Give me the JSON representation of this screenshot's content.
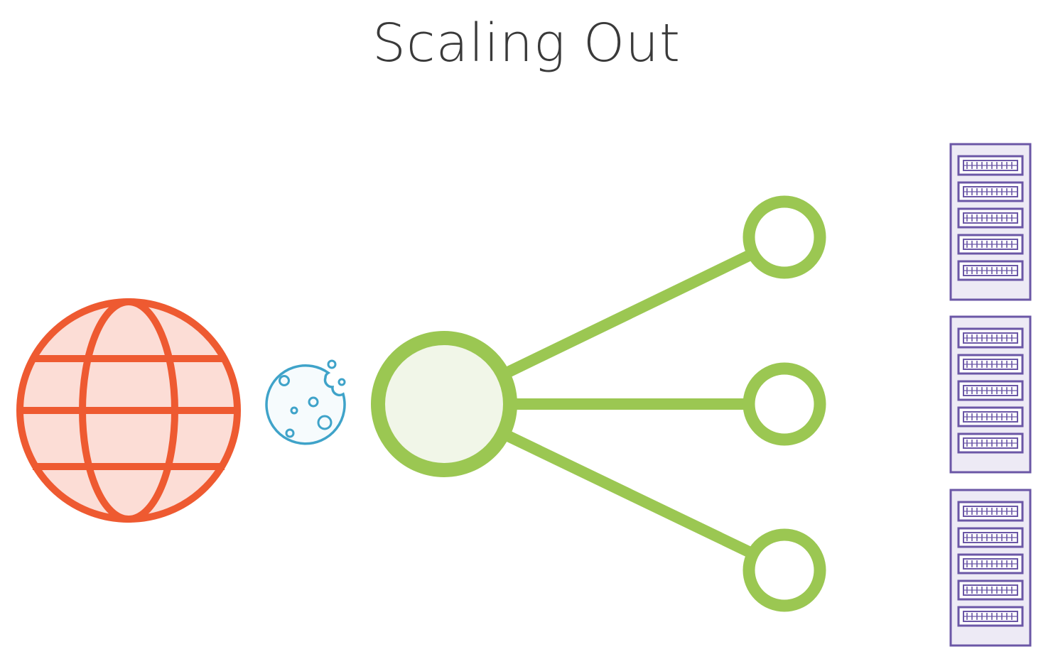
{
  "slide": {
    "title": "Scaling Out"
  },
  "colors": {
    "globe_stroke": "#EE5A31",
    "globe_fill": "#FCDDD6",
    "cookie_stroke": "#3FA3C9",
    "hub_stroke": "#9BC752",
    "hub_fill": "#F1F6E8",
    "server_stroke": "#6B57A6",
    "server_fill": "#EDEAF5",
    "title": "#3a3a3a"
  },
  "diagram": {
    "client_icon": "globe-icon",
    "token_icon": "cookie-icon",
    "hub_icon": "load-balancer-hub",
    "endpoint_count": 3,
    "server_icon": "server-rack-icon",
    "server_count": 3,
    "drive_bays_per_server": 5
  }
}
